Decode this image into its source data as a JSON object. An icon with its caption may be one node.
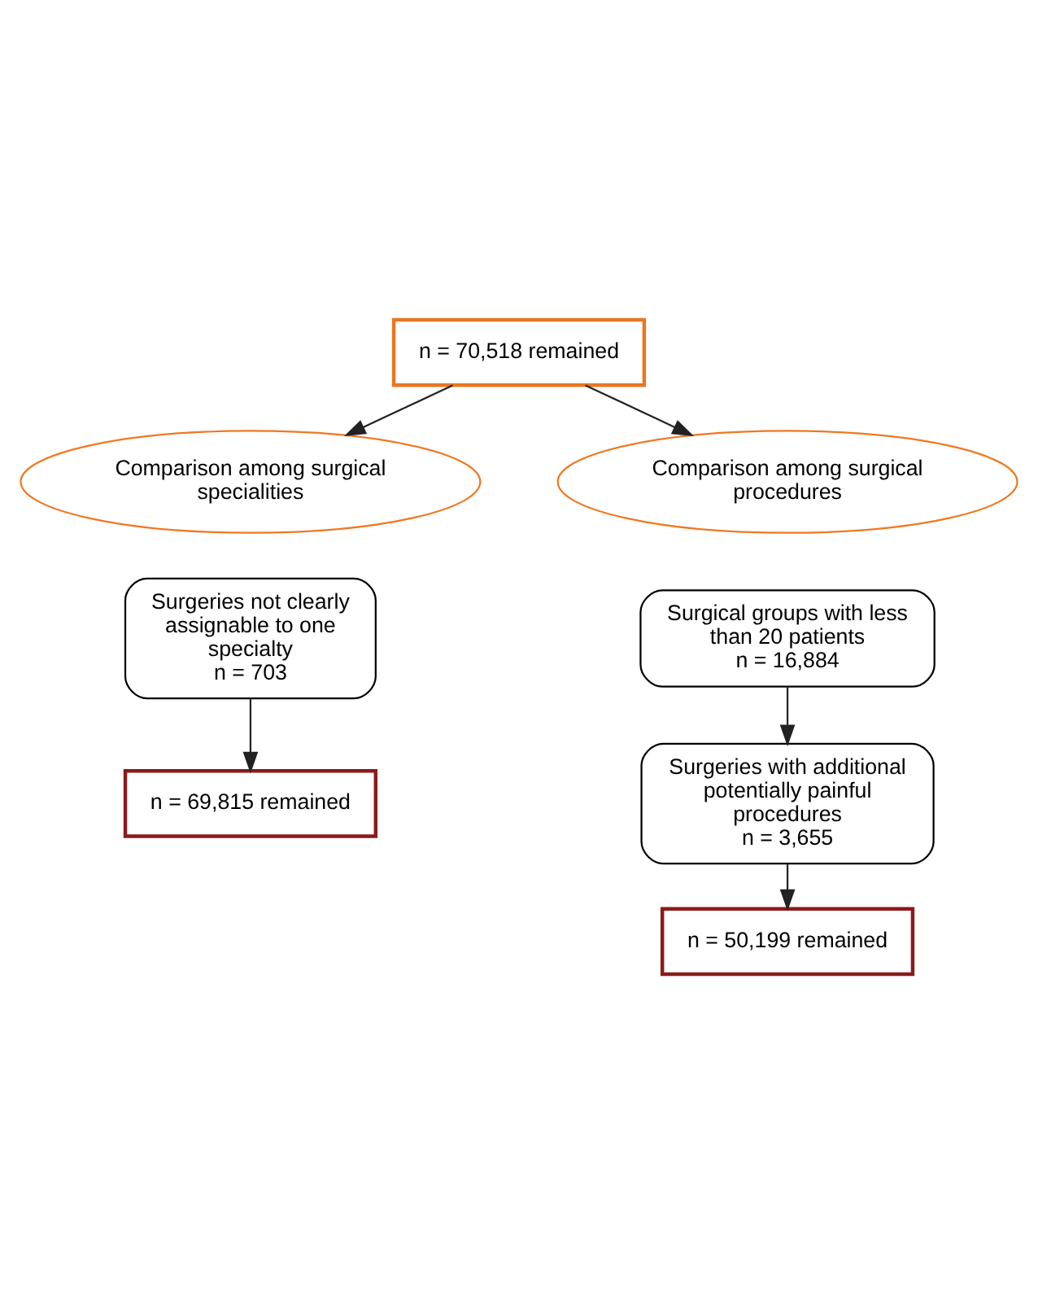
{
  "diagram": {
    "nodes": [
      {
        "text": [
          "n = 70,518 remained"
        ]
      },
      {
        "text": [
          "Comparison among surgical specialities"
        ]
      },
      {
        "text": [
          "Comparison among surgical procedures"
        ]
      },
      {
        "text": [
          "Surgeries not clearly assignable to one specialty",
          "n = 703"
        ]
      },
      {
        "text": [
          "n = 69,815 remained"
        ]
      },
      {
        "text": [
          "Surgical groups with less than 20 patients",
          "n = 16,884"
        ]
      },
      {
        "text": [
          "Surgeries with additional potentially painful procedures",
          "n = 3,655"
        ]
      },
      {
        "text": [
          "n = 50,199 remained"
        ]
      }
    ],
    "edges": [
      {
        "from": 0,
        "to": 1,
        "arrow": "to"
      },
      {
        "from": 0,
        "to": 2,
        "arrow": "to"
      },
      {
        "from": 3,
        "to": 4,
        "arrow": "to"
      },
      {
        "from": 5,
        "to": 6,
        "arrow": "to"
      },
      {
        "from": 6,
        "to": 7,
        "arrow": "to"
      }
    ]
  }
}
